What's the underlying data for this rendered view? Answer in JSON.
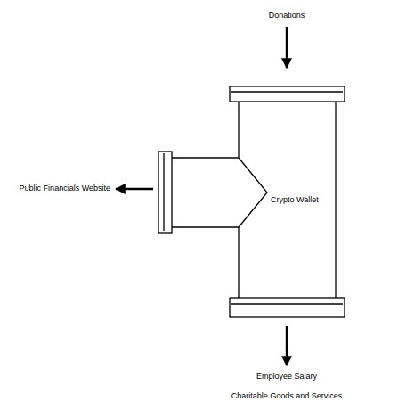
{
  "diagram": {
    "nodes": [
      {
        "text": [
          "Crypto Wallet"
        ]
      }
    ],
    "edges": [],
    "labels": [
      "Donations",
      "Public Financials Website",
      "Employee Salary",
      "Charitable Goods and Services"
    ]
  }
}
